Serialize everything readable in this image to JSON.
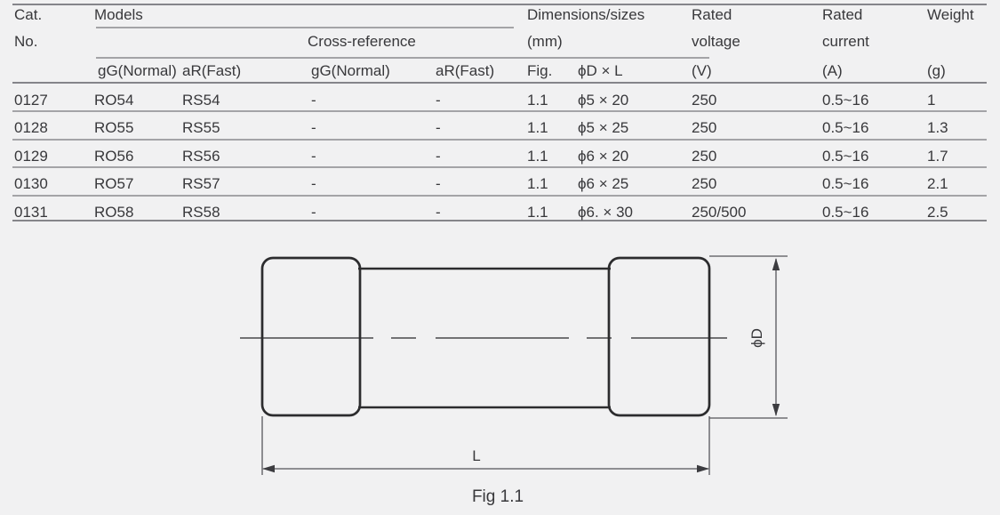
{
  "table": {
    "header": {
      "cat_line1": "Cat.",
      "cat_line2": "No.",
      "models": "Models",
      "cross_reference": "Cross-reference",
      "dimensions_line1": "Dimensions/sizes",
      "dimensions_line2": "(mm)",
      "rated_voltage_line1": "Rated",
      "rated_voltage_line2": "voltage",
      "rated_current_line1": "Rated",
      "rated_current_line2": "current",
      "weight": "Weight",
      "sub": {
        "model_gg": "gG(Normal)",
        "model_ar": "aR(Fast)",
        "cross_gg": "gG(Normal)",
        "cross_ar": "aR(Fast)",
        "fig": "Fig.",
        "dxl": "ϕD × L",
        "voltage_unit": "(V)",
        "current_unit": "(A)",
        "weight_unit": "(g)"
      }
    },
    "rows": [
      {
        "cat": "0127",
        "gg": "RO54",
        "ar": "RS54",
        "cross_gg": "-",
        "cross_ar": "-",
        "fig": "1.1",
        "dxl": "ϕ5 × 20",
        "voltage": "250",
        "current": "0.5~16",
        "weight": "1"
      },
      {
        "cat": "0128",
        "gg": "RO55",
        "ar": "RS55",
        "cross_gg": "-",
        "cross_ar": "-",
        "fig": "1.1",
        "dxl": "ϕ5 × 25",
        "voltage": "250",
        "current": "0.5~16",
        "weight": "1.3"
      },
      {
        "cat": "0129",
        "gg": "RO56",
        "ar": "RS56",
        "cross_gg": "-",
        "cross_ar": "-",
        "fig": "1.1",
        "dxl": "ϕ6 × 20",
        "voltage": "250",
        "current": "0.5~16",
        "weight": "1.7"
      },
      {
        "cat": "0130",
        "gg": "RO57",
        "ar": "RS57",
        "cross_gg": "-",
        "cross_ar": "-",
        "fig": "1.1",
        "dxl": "ϕ6 × 25",
        "voltage": "250",
        "current": "0.5~16",
        "weight": "2.1"
      },
      {
        "cat": "0131",
        "gg": "RO58",
        "ar": "RS58",
        "cross_gg": "-",
        "cross_ar": "-",
        "fig": "1.1",
        "dxl": "ϕ6. × 30",
        "voltage": "250/500",
        "current": "0.5~16",
        "weight": "2.5"
      }
    ]
  },
  "figure": {
    "diameter_label": "ϕD",
    "length_label": "L",
    "caption": "Fig 1.1"
  },
  "colors": {
    "background": "#f1f1f2",
    "text": "#38383b",
    "rule_gray": "#97979a",
    "outline_dark": "#2c2c2e"
  }
}
